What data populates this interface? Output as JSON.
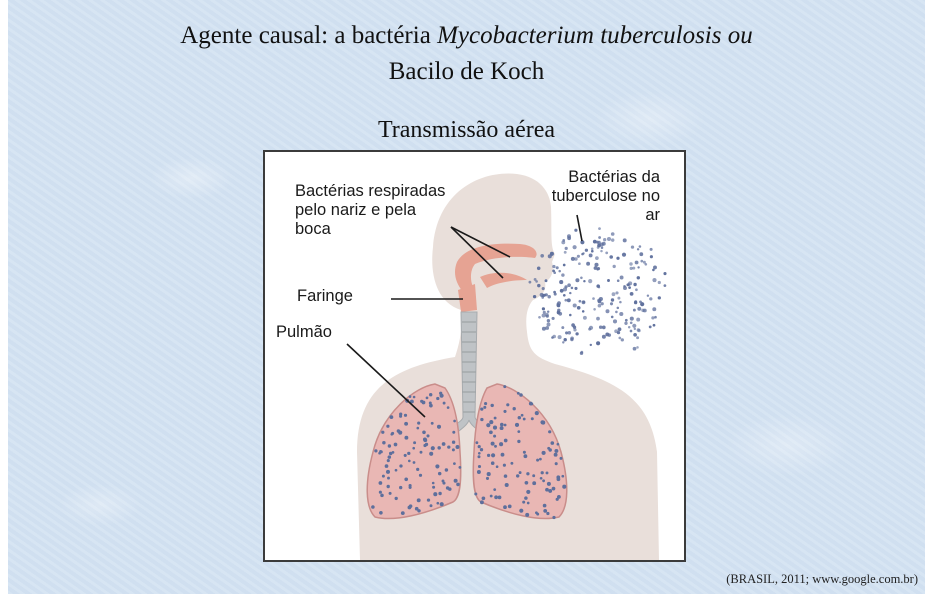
{
  "title": {
    "line1_prefix": "Agente causal: a bactéria ",
    "line1_italic": "Mycobacterium tuberculosis ou",
    "line2": "Bacilo de Koch"
  },
  "subtitle": "Transmissão aérea",
  "figure": {
    "labels": {
      "breathed_line1": "Bactérias respiradas",
      "breathed_line2": "pelo nariz e pela",
      "breathed_line3": "boca",
      "air_line1": "Bactérias da",
      "air_line2": "tuberculose no",
      "air_line3": "ar",
      "pharynx": "Faringe",
      "lung": "Pulmão"
    },
    "colors": {
      "body": "#e9dfda",
      "lung": "#e9b7b4",
      "lung_outline": "#c98d8a",
      "airway": "#e6a393",
      "trachea": "#bfc3c6",
      "bacteria": "#5e6f9c"
    }
  },
  "source": "(BRASIL, 2011; www.google.com.br)"
}
